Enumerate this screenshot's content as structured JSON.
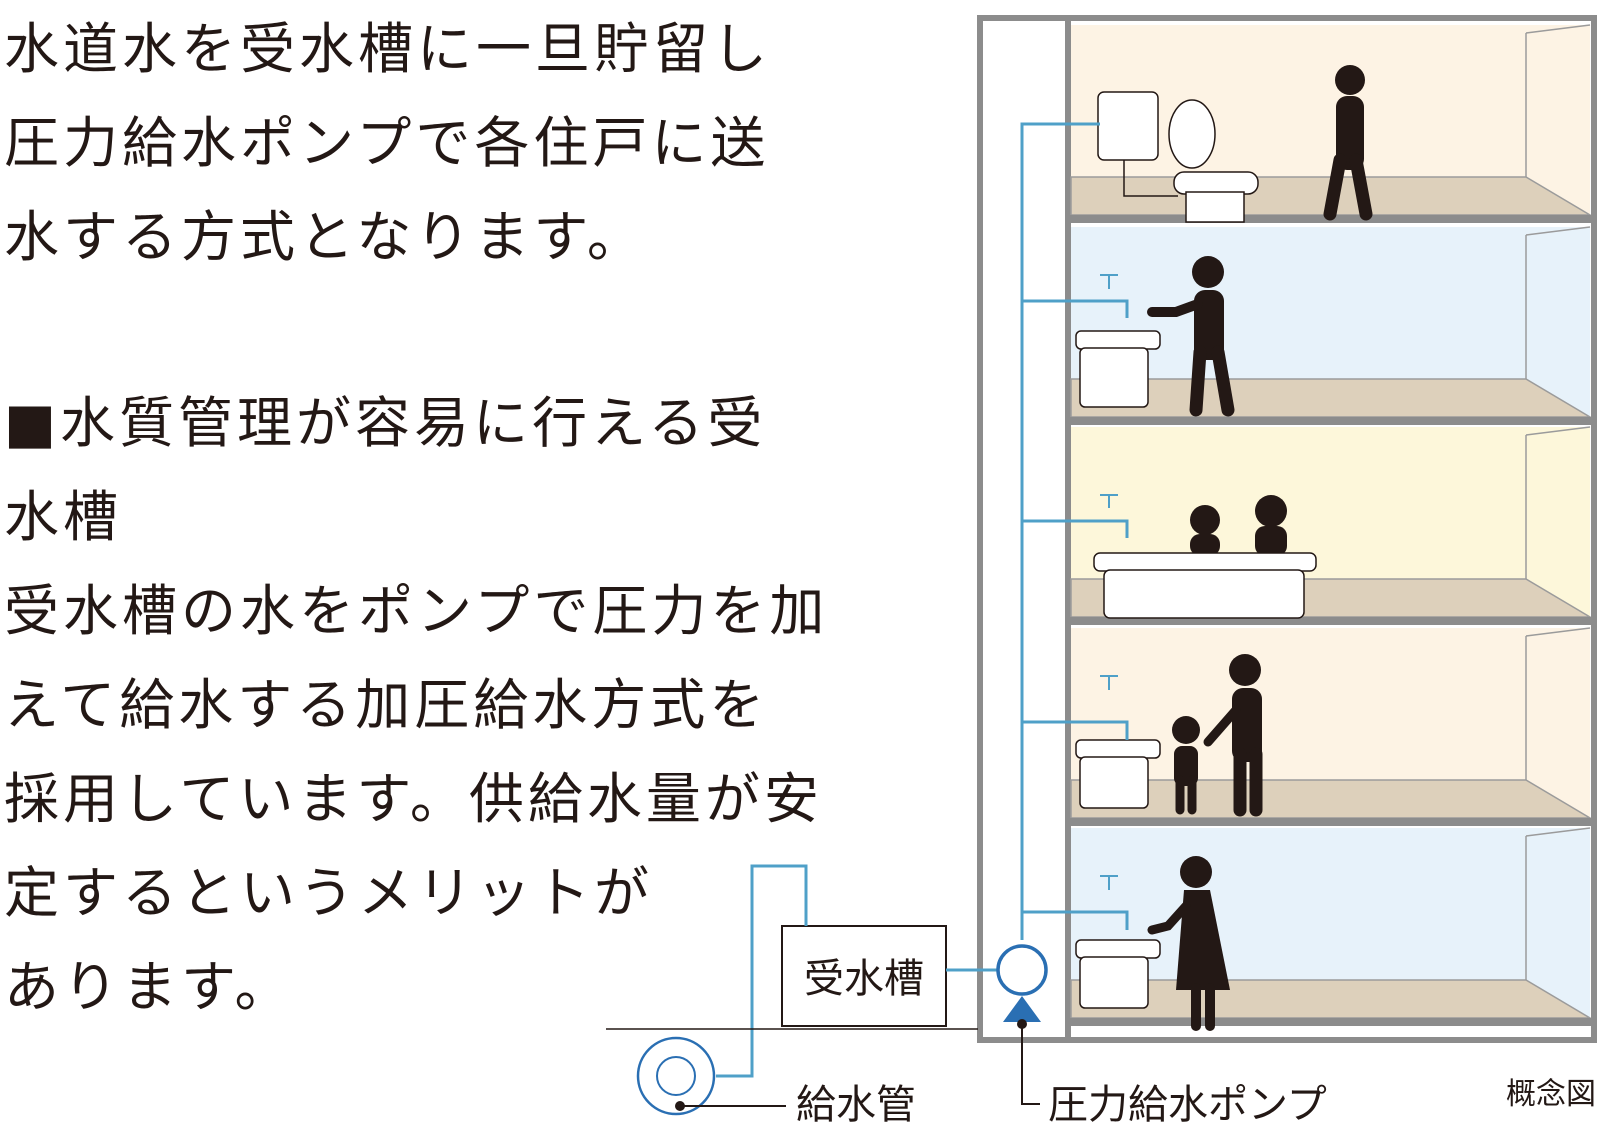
{
  "intro_lines": [
    "水道水を受水槽に一旦貯留し",
    "圧力給水ポンプで各住戸に送",
    "水する方式となります。"
  ],
  "section_heading_lines": [
    "■水質管理が容易に行える受",
    "水槽"
  ],
  "body_lines": [
    "受水槽の水をポンプで圧力を加",
    "えて給水する加圧給水方式を",
    "採用しています。供給水量が安",
    "定するというメリットが",
    "あります。"
  ],
  "diagram": {
    "tank_label": "受水槽",
    "supply_pipe_label": "給水管",
    "pump_label": "圧力給水ポンプ",
    "note": "概念図",
    "colors": {
      "pipe": "#4fa0c8",
      "frame": "#8c8c8c",
      "floor": "#ddd0bb",
      "pump_arrow": "#2a6fb3",
      "floor_fills": [
        "#fdf3e4",
        "#e7f2fa",
        "#fdf7da",
        "#fdf3e4",
        "#e7f2fa"
      ]
    },
    "floors": [
      {
        "fixture": "toilet-icon",
        "person": "walking-person-icon"
      },
      {
        "fixture": "sink-icon",
        "person": "person-washing-hands-icon"
      },
      {
        "fixture": "bathtub-icon",
        "person": "two-people-bathing-icon"
      },
      {
        "fixture": "sink-icon",
        "person": "adult-and-child-icon"
      },
      {
        "fixture": "sink-icon",
        "person": "woman-washing-hands-icon"
      }
    ]
  }
}
